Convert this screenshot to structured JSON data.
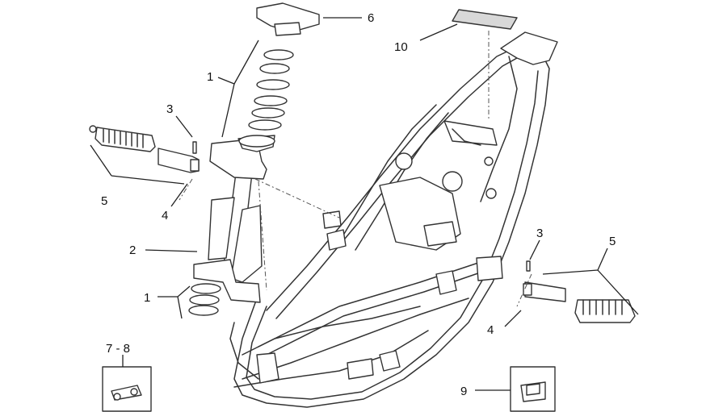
{
  "callouts": {
    "c1_top": "1",
    "c1_bottom": "1",
    "c2": "2",
    "c3_left": "3",
    "c3_right": "3",
    "c4_left": "4",
    "c4_right": "4",
    "c5_left": "5",
    "c5_right": "5",
    "c6": "6",
    "c78": "7 - 8",
    "c9": "9",
    "c10": "10"
  }
}
